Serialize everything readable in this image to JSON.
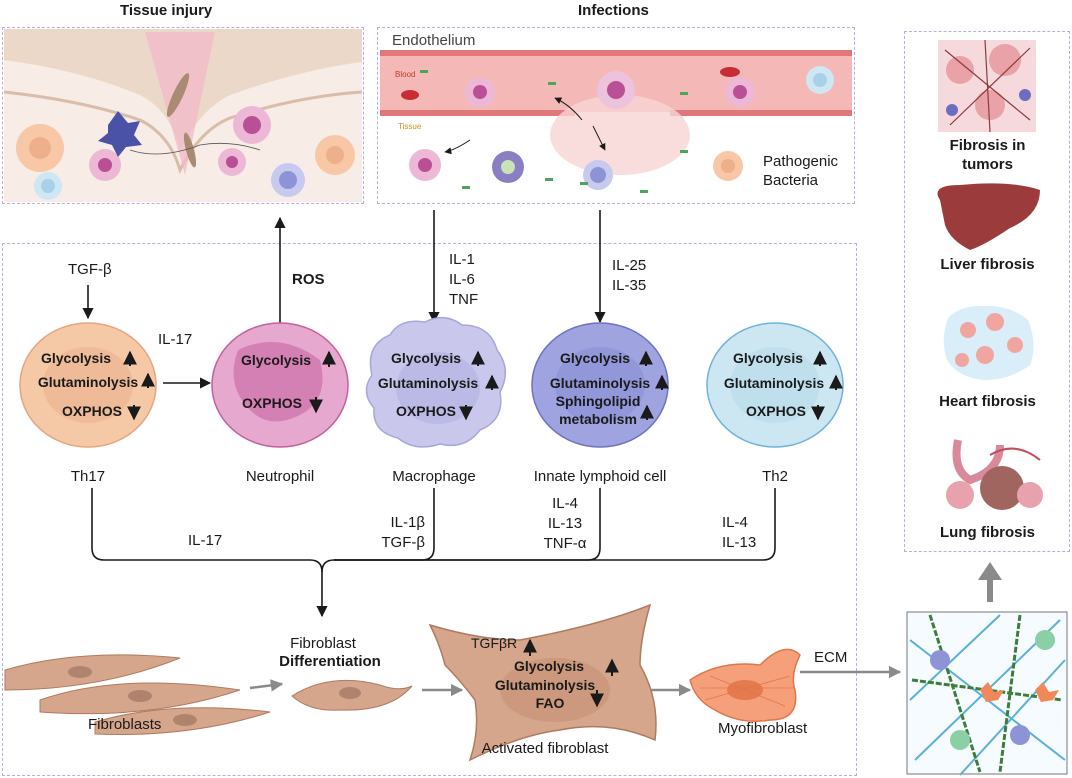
{
  "sections": {
    "tissue_injury": "Tissue injury",
    "infections": "Infections"
  },
  "infection_panel": {
    "endothelium": "Endothelium",
    "blood": "Blood",
    "tissue": "Tissue",
    "pathogen": "Pathogenic\nBacteria"
  },
  "signals": {
    "tgfb": "TGF-β",
    "ros": "ROS",
    "il17_th17_to_neut": "IL-17",
    "macrophage_in": "IL-1\nIL-6\nTNF",
    "ilc_in": "IL-25\nIL-35",
    "th17_out": "IL-17",
    "macrophage_out": "IL-1β\nTGF-β",
    "ilc_out": "IL-4\nIL-13\nTNF-α",
    "th2_out": "IL-4\nIL-13"
  },
  "cells": {
    "th17": {
      "name": "Th17",
      "m1": "Glycolysis",
      "m2": "Glutaminolysis",
      "m3": "OXPHOS"
    },
    "neutrophil": {
      "name": "Neutrophil",
      "m1": "Glycolysis",
      "m2": "OXPHOS"
    },
    "macrophage": {
      "name": "Macrophage",
      "m1": "Glycolysis",
      "m2": "Glutaminolysis",
      "m3": "OXPHOS"
    },
    "ilc": {
      "name": "Innate lymphoid cell",
      "m1": "Glycolysis",
      "m2": "Glutaminolysis",
      "m3": "Sphingolipid",
      "m4": "metabolism"
    },
    "th2": {
      "name": "Th2",
      "m1": "Glycolysis",
      "m2": "Glutaminolysis",
      "m3": "OXPHOS"
    }
  },
  "fibroblast": {
    "fibroblasts": "Fibroblasts",
    "diff_line1": "Fibroblast",
    "diff_line2": "Differentiation",
    "tgfbr": "TGFβR",
    "activated_m1": "Glycolysis",
    "activated_m2": "Glutaminolysis",
    "activated_m3": "FAO",
    "activated": "Activated fibroblast",
    "myofibroblast": "Myofibroblast",
    "ecm": "ECM"
  },
  "fibrosis": {
    "tumors": "Fibrosis in\ntumors",
    "liver": "Liver fibrosis",
    "heart": "Heart fibrosis",
    "lung": "Lung fibrosis"
  },
  "colors": {
    "th17": "#f6c9a6",
    "neutrophil": "#e7a8cf",
    "macrophage": "#c9c8ec",
    "ilc": "#9fa4e0",
    "th2": "#cde7f2",
    "fibroblast": "#d5a58c",
    "panel_border": "#b9aedb"
  }
}
